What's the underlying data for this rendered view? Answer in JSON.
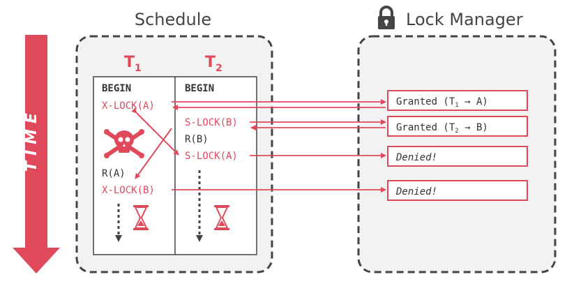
{
  "time_label": "TIME",
  "schedule": {
    "title": "Schedule",
    "t1": {
      "name": "T",
      "sub": "1"
    },
    "t2": {
      "name": "T",
      "sub": "2"
    },
    "t1_ops": {
      "begin": "BEGIN",
      "xlock_a": "X-LOCK(A)",
      "read_a": "R(A)",
      "xlock_b": "X-LOCK(B)"
    },
    "t2_ops": {
      "begin": "BEGIN",
      "slock_b": "S-LOCK(B)",
      "read_b": "R(B)",
      "slock_a": "S-LOCK(A)"
    }
  },
  "lock_manager": {
    "title": "Lock Manager",
    "responses": {
      "r1": {
        "pre": "Granted (T",
        "sub": "1",
        "post": " → A)"
      },
      "r2": {
        "pre": "Granted (T",
        "sub": "2",
        "post": " → B)"
      },
      "r3": {
        "text": "Denied!"
      },
      "r4": {
        "text": "Denied!"
      }
    }
  },
  "colors": {
    "accent": "#e0485c",
    "box_fill": "#f2f2f2",
    "border_dark": "#444444",
    "text_dark": "#333333"
  }
}
